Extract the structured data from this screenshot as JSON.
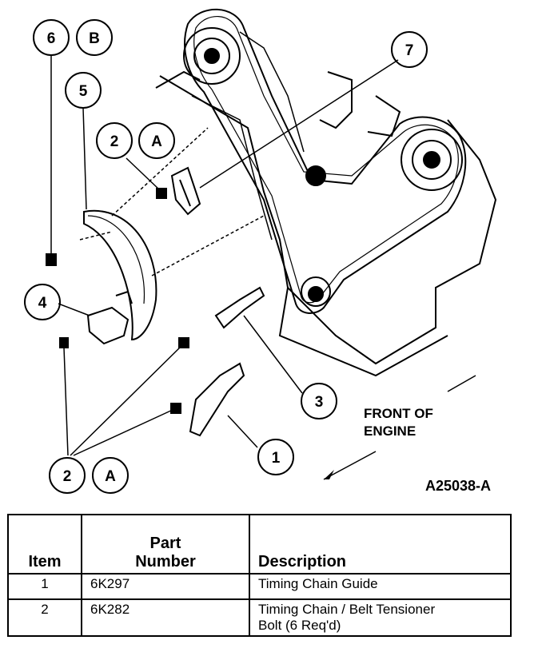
{
  "callouts": {
    "c6": "6",
    "cB": "B",
    "c5": "5",
    "c2a": "2",
    "cAa": "A",
    "c7": "7",
    "c4": "4",
    "c3": "3",
    "c1": "1",
    "c2b": "2",
    "cAb": "A"
  },
  "front_label": [
    "FRONT OF",
    "ENGINE"
  ],
  "figure_code": "A25038-A",
  "table": {
    "headers": {
      "item": "Item",
      "part_number": [
        "Part",
        "Number"
      ],
      "description": "Description"
    },
    "rows": [
      {
        "item": "1",
        "part_number": "6K297",
        "description": [
          "Timing Chain Guide"
        ]
      },
      {
        "item": "2",
        "part_number": "6K282",
        "description": [
          "Timing Chain / Belt Tensioner",
          "Bolt (6 Req'd)"
        ]
      }
    ]
  }
}
